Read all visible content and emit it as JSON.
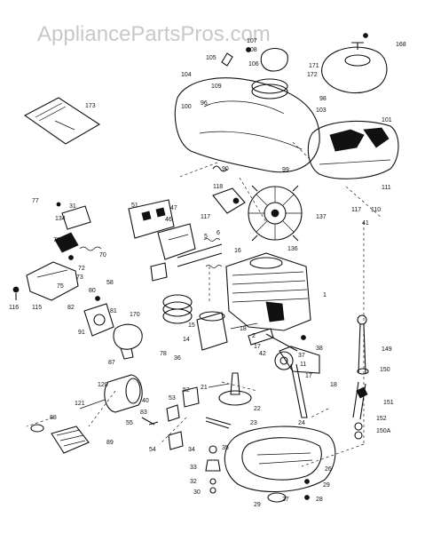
{
  "watermark": "AppliancePartsPros.com",
  "callouts": [
    {
      "id": "c173",
      "text": "173"
    },
    {
      "id": "c101",
      "text": "101"
    },
    {
      "id": "c103",
      "text": "103"
    },
    {
      "id": "c104",
      "text": "104"
    },
    {
      "id": "c105",
      "text": "105"
    },
    {
      "id": "c106",
      "text": "106"
    },
    {
      "id": "c107",
      "text": "107"
    },
    {
      "id": "c108",
      "text": "108"
    },
    {
      "id": "c109",
      "text": "109"
    },
    {
      "id": "c100",
      "text": "100"
    },
    {
      "id": "c96",
      "text": "96"
    },
    {
      "id": "c168",
      "text": "168"
    },
    {
      "id": "c171",
      "text": "171"
    },
    {
      "id": "c172",
      "text": "172"
    },
    {
      "id": "c98",
      "text": "98"
    },
    {
      "id": "c90",
      "text": "90"
    },
    {
      "id": "c99",
      "text": "99"
    },
    {
      "id": "c111",
      "text": "111"
    },
    {
      "id": "c117a",
      "text": "117"
    },
    {
      "id": "c110",
      "text": "110"
    },
    {
      "id": "c41",
      "text": "41"
    },
    {
      "id": "c118",
      "text": "118"
    },
    {
      "id": "c117b",
      "text": "117"
    },
    {
      "id": "c137",
      "text": "137"
    },
    {
      "id": "c136",
      "text": "136"
    },
    {
      "id": "c77",
      "text": "77"
    },
    {
      "id": "c31",
      "text": "31"
    },
    {
      "id": "c51",
      "text": "51"
    },
    {
      "id": "c47",
      "text": "47"
    },
    {
      "id": "c46",
      "text": "46"
    },
    {
      "id": "c134",
      "text": "134"
    },
    {
      "id": "c78",
      "text": "78"
    },
    {
      "id": "c70",
      "text": "70"
    },
    {
      "id": "c72",
      "text": "72"
    },
    {
      "id": "c73",
      "text": "73"
    },
    {
      "id": "c75",
      "text": "75"
    },
    {
      "id": "c58",
      "text": "58"
    },
    {
      "id": "c116",
      "text": "116"
    },
    {
      "id": "c115",
      "text": "115"
    },
    {
      "id": "c16",
      "text": "16"
    },
    {
      "id": "c5",
      "text": "5"
    },
    {
      "id": "c6",
      "text": "6"
    },
    {
      "id": "c1",
      "text": "1"
    },
    {
      "id": "c80",
      "text": "80"
    },
    {
      "id": "c81",
      "text": "81"
    },
    {
      "id": "c82",
      "text": "82"
    },
    {
      "id": "c170",
      "text": "170"
    },
    {
      "id": "c91",
      "text": "91"
    },
    {
      "id": "c15",
      "text": "15"
    },
    {
      "id": "c14",
      "text": "14"
    },
    {
      "id": "c87",
      "text": "87"
    },
    {
      "id": "c18a",
      "text": "18"
    },
    {
      "id": "c2",
      "text": "2"
    },
    {
      "id": "c17a",
      "text": "17"
    },
    {
      "id": "c42",
      "text": "42"
    },
    {
      "id": "c37",
      "text": "37"
    },
    {
      "id": "c11",
      "text": "11"
    },
    {
      "id": "c38",
      "text": "38"
    },
    {
      "id": "c149",
      "text": "149"
    },
    {
      "id": "c150",
      "text": "150"
    },
    {
      "id": "c78b",
      "text": "78"
    },
    {
      "id": "c36",
      "text": "36"
    },
    {
      "id": "c17b",
      "text": "17"
    },
    {
      "id": "c18b",
      "text": "18"
    },
    {
      "id": "c151",
      "text": "151"
    },
    {
      "id": "c120",
      "text": "120"
    },
    {
      "id": "c21",
      "text": "21"
    },
    {
      "id": "c52",
      "text": "52"
    },
    {
      "id": "c22",
      "text": "22"
    },
    {
      "id": "c40",
      "text": "40"
    },
    {
      "id": "c53",
      "text": "53"
    },
    {
      "id": "c152",
      "text": "152"
    },
    {
      "id": "c121",
      "text": "121"
    },
    {
      "id": "c88",
      "text": "88"
    },
    {
      "id": "c83",
      "text": "83"
    },
    {
      "id": "c55",
      "text": "55"
    },
    {
      "id": "c23",
      "text": "23"
    },
    {
      "id": "c24",
      "text": "24"
    },
    {
      "id": "c150A",
      "text": "150A"
    },
    {
      "id": "c89",
      "text": "89"
    },
    {
      "id": "c54",
      "text": "54"
    },
    {
      "id": "c34",
      "text": "34"
    },
    {
      "id": "c35",
      "text": "35"
    },
    {
      "id": "c26",
      "text": "26"
    },
    {
      "id": "c33",
      "text": "33"
    },
    {
      "id": "c32",
      "text": "32"
    },
    {
      "id": "c29a",
      "text": "29"
    },
    {
      "id": "c30",
      "text": "30"
    },
    {
      "id": "c28",
      "text": "28"
    },
    {
      "id": "c29b",
      "text": "29"
    },
    {
      "id": "c27",
      "text": "27"
    }
  ]
}
